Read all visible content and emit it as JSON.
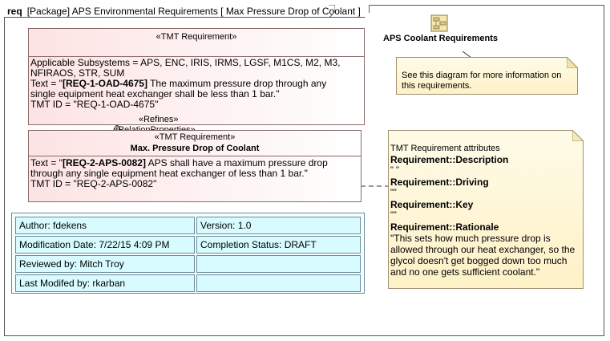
{
  "frame": {
    "keyword": "req",
    "title": "[Package] APS Environmental Requirements [ Max Pressure Drop of Coolant ]"
  },
  "req1": {
    "stereotype": "«TMT Requirement»",
    "line1": "Applicable Subsystems = APS, ENC, IRIS, IRMS, LGSF, M1CS, M2, M3,",
    "line2": "NFIRAOS, STR, SUM",
    "text_prefix": "Text = \"",
    "text_id": "[REQ-1-OAD-4675]",
    "text_rest1": " The maximum pressure drop through any",
    "text_rest2": "single equipment heat exchanger shall be less than 1 bar.\"",
    "tmt_id": "TMT ID = \"REQ-1-OAD-4675\""
  },
  "relation": {
    "refines_label": "«Refines»",
    "properties_label": "«RelationProperties»"
  },
  "req2": {
    "stereotype": "«TMT Requirement»",
    "name": "Max. Pressure Drop of Coolant",
    "text_prefix": "Text = \"",
    "text_id": "[REQ-2-APS-0082]",
    "text_rest1": " APS shall have a maximum pressure drop",
    "text_rest2": "through any single equipment heat exchanger of less than 1 bar.\"",
    "tmt_id": "TMT ID = \"REQ-2-APS-0082\""
  },
  "diagram_ref": {
    "title": "APS Coolant Requirements",
    "note_line1": "See this diagram for more information on",
    "note_line2": "this requirements."
  },
  "attributes_note": {
    "heading": "TMT Requirement attributes",
    "description_label": "Requirement::Description",
    "description_value": "\" \"",
    "driving_label": "Requirement::Driving",
    "driving_value": "\"\"",
    "key_label": "Requirement::Key",
    "key_value": "\"\"",
    "rationale_label": "Requirement::Rationale",
    "rationale_line1": "\"This sets how much pressure drop is",
    "rationale_line2": "allowed through our heat exchanger, so the",
    "rationale_line3": "glycol doesn't get bogged down too much",
    "rationale_line4": "and no one gets sufficient coolant.\""
  },
  "info_table": {
    "author": "Author: fdekens",
    "version": "Version: 1.0",
    "modification_date": "Modification Date: 7/22/15 4:09 PM",
    "completion_status": "Completion Status: DRAFT",
    "reviewed_by": "Reviewed by: Mitch Troy",
    "reviewed_extra": "",
    "last_modified_by": "Last Modifed by: rkarban",
    "last_modified_extra": ""
  },
  "colors": {
    "requirement_fill": "#fde3e3",
    "note_fill": "#fdf1c6",
    "info_cell_fill": "#d8fbff"
  }
}
